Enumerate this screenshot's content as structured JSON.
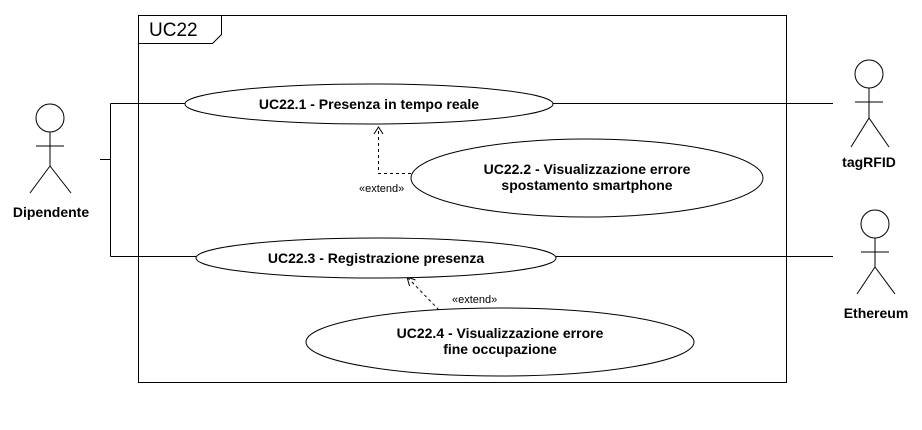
{
  "frame": {
    "label": "UC22"
  },
  "actors": {
    "dipendente": "Dipendente",
    "tagrfid": "tagRFID",
    "ethereum": "Ethereum"
  },
  "use_cases": {
    "uc1": "UC22.1 - Presenza in tempo reale",
    "uc2_line1": "UC22.2 - Visualizzazione errore",
    "uc2_line2": "spostamento smartphone",
    "uc3": "UC22.3 - Registrazione presenza",
    "uc4_line1": "UC22.4 - Visualizzazione errore",
    "uc4_line2": "fine occupazione"
  },
  "relations": {
    "extend1": "«extend»",
    "extend2": "«extend»"
  }
}
